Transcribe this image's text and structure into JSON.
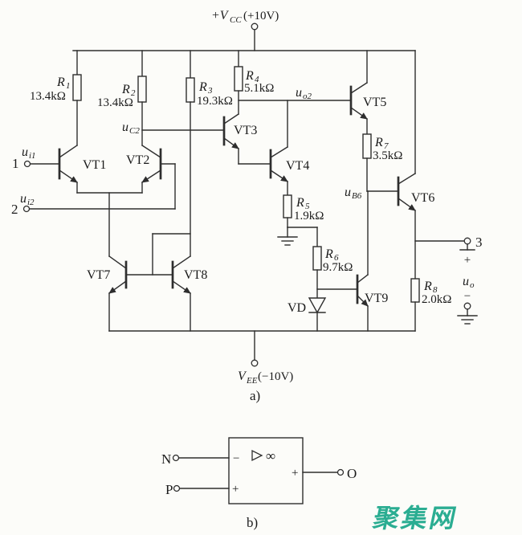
{
  "circuit": {
    "supply_top": {
      "pre": "+V",
      "sub": "CC",
      "post": "(+10V)"
    },
    "supply_bottom": {
      "pre": "V",
      "sub": "EE",
      "post": "(−10V)"
    },
    "label_a": "a)",
    "label_b": "b)"
  },
  "resistors": [
    {
      "name": "R",
      "sub": "1",
      "value": "13.4kΩ"
    },
    {
      "name": "R",
      "sub": "2",
      "value": "13.4kΩ"
    },
    {
      "name": "R",
      "sub": "3",
      "value": "19.3kΩ"
    },
    {
      "name": "R",
      "sub": "4",
      "value": "5.1kΩ"
    },
    {
      "name": "R",
      "sub": "5",
      "value": "1.9kΩ"
    },
    {
      "name": "R",
      "sub": "6",
      "value": "9.7kΩ"
    },
    {
      "name": "R",
      "sub": "7",
      "value": "3.5kΩ"
    },
    {
      "name": "R",
      "sub": "8",
      "value": "2.0kΩ"
    }
  ],
  "transistors": [
    "VT1",
    "VT2",
    "VT3",
    "VT4",
    "VT5",
    "VT6",
    "VT7",
    "VT8",
    "VT9"
  ],
  "diode_label": "VD",
  "nodes": {
    "ui1": {
      "main": "u",
      "sub": "i1"
    },
    "ui2": {
      "main": "u",
      "sub": "i2"
    },
    "uc2": {
      "main": "u",
      "sub": "C2"
    },
    "uo2": {
      "main": "u",
      "sub": "o2"
    },
    "ub6": {
      "main": "u",
      "sub": "B6"
    },
    "uo": {
      "main": "u",
      "sub": "o"
    }
  },
  "terminals": {
    "t1": "1",
    "t2": "2",
    "t3": "3",
    "plus": "+",
    "minus": "−"
  },
  "block": {
    "n": "N",
    "p": "P",
    "o": "O",
    "inverting": "−",
    "noninverting": "+",
    "output_plus": "+",
    "gain": "∞"
  },
  "watermark": {
    "text": "聚集网",
    "color": "#2BAD92"
  }
}
